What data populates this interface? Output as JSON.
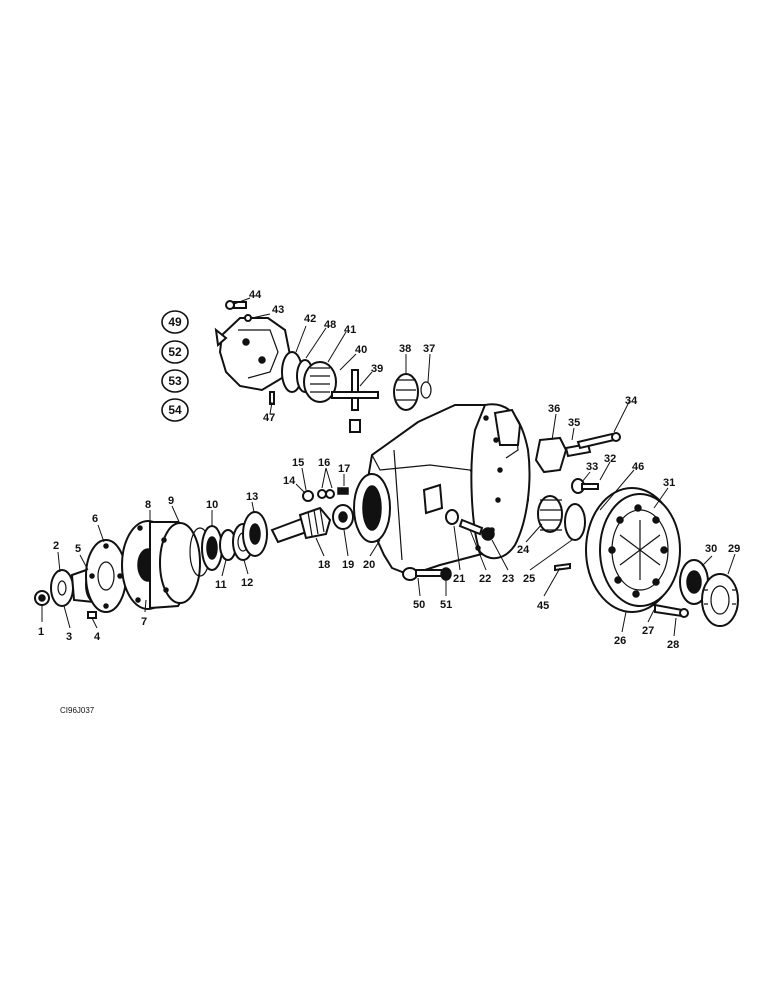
{
  "diagram": {
    "callouts": [
      "1",
      "2",
      "3",
      "4",
      "5",
      "6",
      "7",
      "8",
      "9",
      "10",
      "11",
      "12",
      "13",
      "14",
      "15",
      "16",
      "17",
      "18",
      "19",
      "20",
      "21",
      "22",
      "23",
      "24",
      "25",
      "26",
      "27",
      "28",
      "29",
      "30",
      "31",
      "32",
      "33",
      "34",
      "35",
      "36",
      "37",
      "38",
      "39",
      "40",
      "41",
      "42",
      "43",
      "44",
      "45",
      "46",
      "47",
      "48",
      "50",
      "51"
    ],
    "references": [
      "49",
      "52",
      "53",
      "54"
    ],
    "drawing_code": "CI96J037"
  }
}
